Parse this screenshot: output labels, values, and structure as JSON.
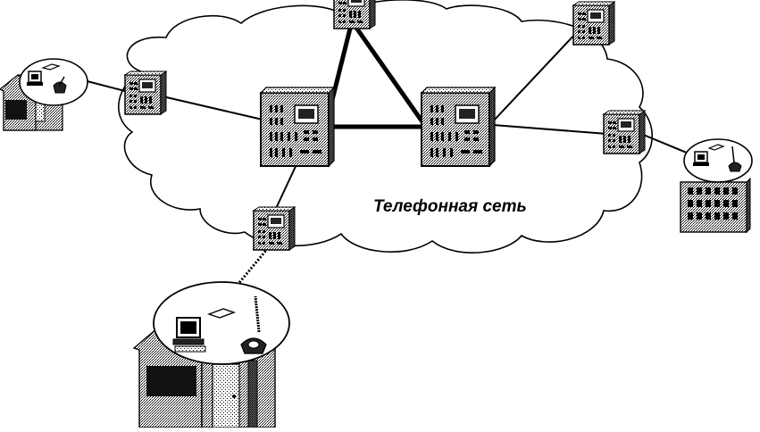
{
  "diagram": {
    "cloud_label": "Телефонная сеть",
    "nodes": [
      {
        "id": "switch-top",
        "kind": "switch-small"
      },
      {
        "id": "switch-top-right",
        "kind": "switch-small"
      },
      {
        "id": "switch-left",
        "kind": "switch-small"
      },
      {
        "id": "switch-right",
        "kind": "switch-small"
      },
      {
        "id": "switch-bottom",
        "kind": "switch-small"
      },
      {
        "id": "exchange-left",
        "kind": "exchange-large"
      },
      {
        "id": "exchange-right",
        "kind": "exchange-large"
      },
      {
        "id": "house-left",
        "kind": "subscriber-house"
      },
      {
        "id": "office-right",
        "kind": "subscriber-office"
      },
      {
        "id": "house-bottom",
        "kind": "subscriber-house-computer"
      }
    ],
    "links": [
      {
        "from": "exchange-left",
        "to": "exchange-right",
        "style": "trunk"
      },
      {
        "from": "exchange-left",
        "to": "switch-top",
        "style": "trunk"
      },
      {
        "from": "switch-top",
        "to": "exchange-right",
        "style": "trunk"
      },
      {
        "from": "exchange-right",
        "to": "switch-top-right",
        "style": "line"
      },
      {
        "from": "exchange-right",
        "to": "switch-right",
        "style": "line"
      },
      {
        "from": "exchange-left",
        "to": "switch-left",
        "style": "line"
      },
      {
        "from": "exchange-left",
        "to": "switch-bottom",
        "style": "line"
      },
      {
        "from": "switch-left",
        "to": "house-left",
        "style": "line"
      },
      {
        "from": "switch-right",
        "to": "office-right",
        "style": "line"
      },
      {
        "from": "switch-bottom",
        "to": "house-bottom",
        "style": "dotted"
      }
    ]
  }
}
